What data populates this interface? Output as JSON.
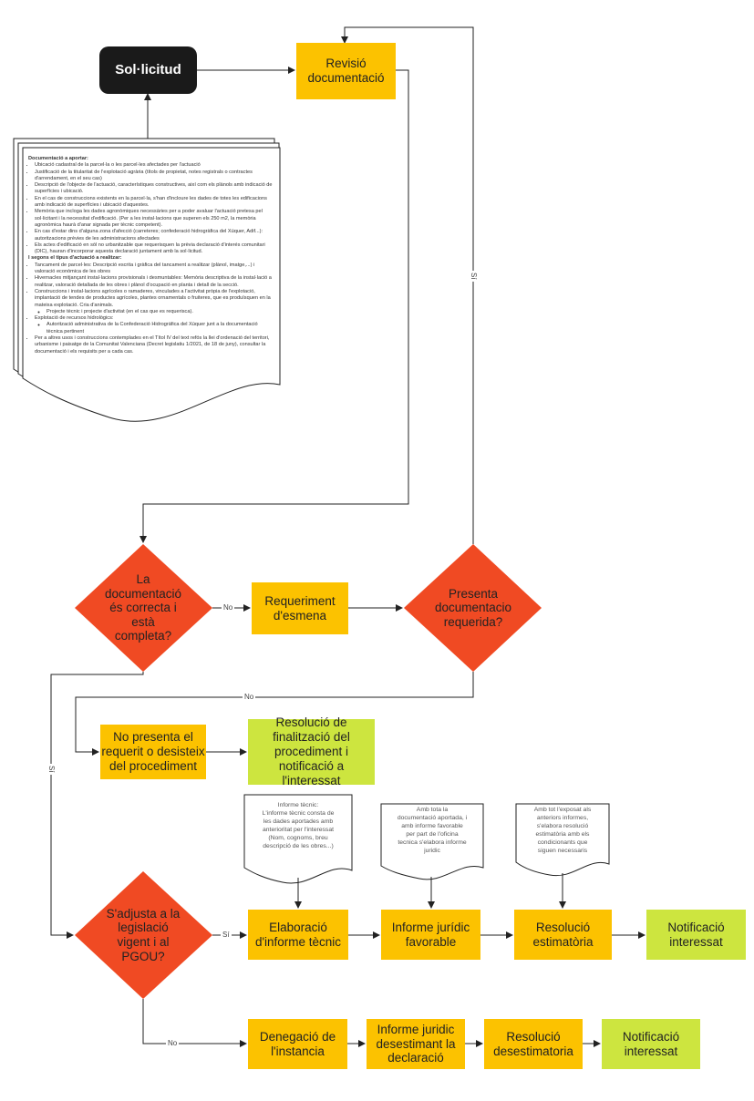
{
  "nodes": {
    "solicitud": "Sol·licitud",
    "revisio": "Revisió\ndocumentació",
    "correcta": "La\ndocumentació\nés correcta i\nestà\ncompleta?",
    "requeriment": "Requeriment\nd'esmena",
    "presenta": "Presenta\ndocumentacio\nrequerida?",
    "no_presenta": "No presenta el\nrequerit o desisteix\ndel procediment",
    "resolucio_finalitzacio": "Resolució de\nfinalització del\nprocediment i\nnotificació a l'interessat",
    "sadjusta": "S'adjusta a la\nlegislació\nvigent i al\nPGOU?",
    "elaboracio": "Elaboració\nd'informe tècnic",
    "informe_favorable": "Informe jurídic\nfavorable",
    "resolucio_estimatoria": "Resolució\nestimatòria",
    "notificacio_1": "Notificació\ninteressat",
    "denegacio": "Denegació de\nl'instancia",
    "informe_desestimant": "Informe juridic\ndesestimant la\ndeclaració",
    "resolucio_desestimatoria": "Resolució\ndesestimatoria",
    "notificacio_2": "Notificació\ninteressat"
  },
  "edge_labels": {
    "correcta_no": "No",
    "correcta_si": "Sí",
    "presenta_si": "Sí",
    "presenta_no": "No",
    "sadjusta_si": "Sí",
    "sadjusta_no": "No"
  },
  "documentation": {
    "heading": "Documentació a aportar:",
    "items": [
      "Ubicació cadastral de la parcel·la o les parcel·les afectades per l'actuació",
      "Justificació de la titularitat de l'explotació agrària (títols de propietat, notes registrals o contractes d'arrendament, en el seu cas)",
      "Descripció de l'objecte de l'actuació, característiques constructives, així com els plànols amb indicació de superfícies i ubicació.",
      "En el cas de construccions existents en la parcel·la, s'han d'incloure les dades de totes les edificacions amb indicació de superfícies i ubicació d'aquestes.",
      "Memòria que incloga les dades agronòmiques necessàries per a poder avaluar l'actuació pretesa pel sol·licitant i la necessitat d'edificació. (Per a les instal·lacions que superen els 250 m2, la memòria agronòmica haurà d'anar signada per tècnic competent).",
      "En cas d'estar dins d'alguna zona d'afecció (carreteres; confederació hidrogràfica del Xúquer, Adif...): autoritzacions prèvies de les administracions afectades",
      "Els actes d'edificació en sòl no urbanitzable que requerisquen la prèvia declaració d'interés comunitari (DIC), hauran d'incorporar aquesta declaració juntament amb la sol·licitud."
    ],
    "subheading": "I segons el tipus d'actuació a realitzar:",
    "items2": [
      "Tancament de parcel·les: Descripció escrita i gràfica del tancament a realitzar (plànol, imatge,...) i valoració econòmica de les obres",
      "Hivernacles mitjançant instal·lacions provisionals i desmuntables: Memòria descriptiva de la instal·lació a realitzar, valoració detallada de les obres i plànol d'ocupació en planta i detall de la secció.",
      "Construccions i instal·lacions agrícoles o ramaderes, vinculades a l'activitat pròpia de l'explotació, implantació de tendes de productes agrícoles, plantes ornamentals o fruiteres, que es produïsquen en la mateixa explotació. Cria d'animals."
    ],
    "sub1": "Projecte tècnic i projecte d'activitat (en el cas que es requerisca).",
    "item_hidro": "Explotació de recursos hidrològics:",
    "sub2": "Autorització administrativa de la Confederació Hidrogràfica del Xúquer junt a la documentació tècnica pertinent",
    "item_last": "Per a altres usos i construccions contemplades en el Títol IV del text refós la llei d'ordenació del territori, urbanisme i paisatge de la Comunitat Valenciana (Decret legislatiu 1/2021, de 18 de juny), consultar la documentació i els requisits per a cada cas."
  },
  "notes": {
    "informe_tecnic": "Informe tècnic:\nL'informe tècnic consta de\nles dades aportades amb\nanterioritat per l'interessat\n(Nom, cognoms, breu\ndescripció de les obres...)",
    "informe_juridic": "Amb tota la\ndocumentació aportada, i\namb informe favorable\nper part de l'oficina\ntecnica s'elabora informe\njuridic",
    "resolucio": "Amb tot l'exposat als\nanteriors informes,\ns'elabora resolució\nestimatòria amb els\ncondicionants que\nsiguen necessaris"
  },
  "colors": {
    "black_box": "#1a1a1a",
    "orange_box": "#fcc200",
    "green_box": "#cde53f",
    "diamond": "#f04a23",
    "line": "#222222"
  }
}
